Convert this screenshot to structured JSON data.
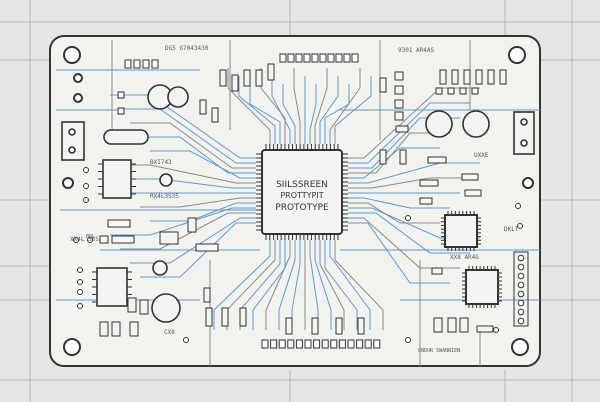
{
  "board": {
    "colors": {
      "background": "#e6e6e4",
      "board_fill": "#f2f2ef",
      "outline": "#333333",
      "trace_blue": "#5b9bd5",
      "trace_gray": "#8a8a8a",
      "grid": "#a8a8a8"
    },
    "main_chip": {
      "line1": "SIILSSREEN",
      "line2": "PROTTYPIT",
      "line3": "PROTOTYPE"
    },
    "labels": {
      "top_left_header": "DG5 G7043430",
      "top_right_header": "9301 AR4AS",
      "left_ic_label": "BXI743",
      "right_mid_label": "UXXE",
      "left_mid_label": "RX4L3S35",
      "left_row_label": "XX4L 3SS",
      "right_chip_label": "XX8 AR4G",
      "right_edge_label": "DKLT",
      "bottom_right_label": "UNDUR SWANNIEN",
      "bottom_left_label": "CX8",
      "far_left_label": "B0L"
    }
  }
}
